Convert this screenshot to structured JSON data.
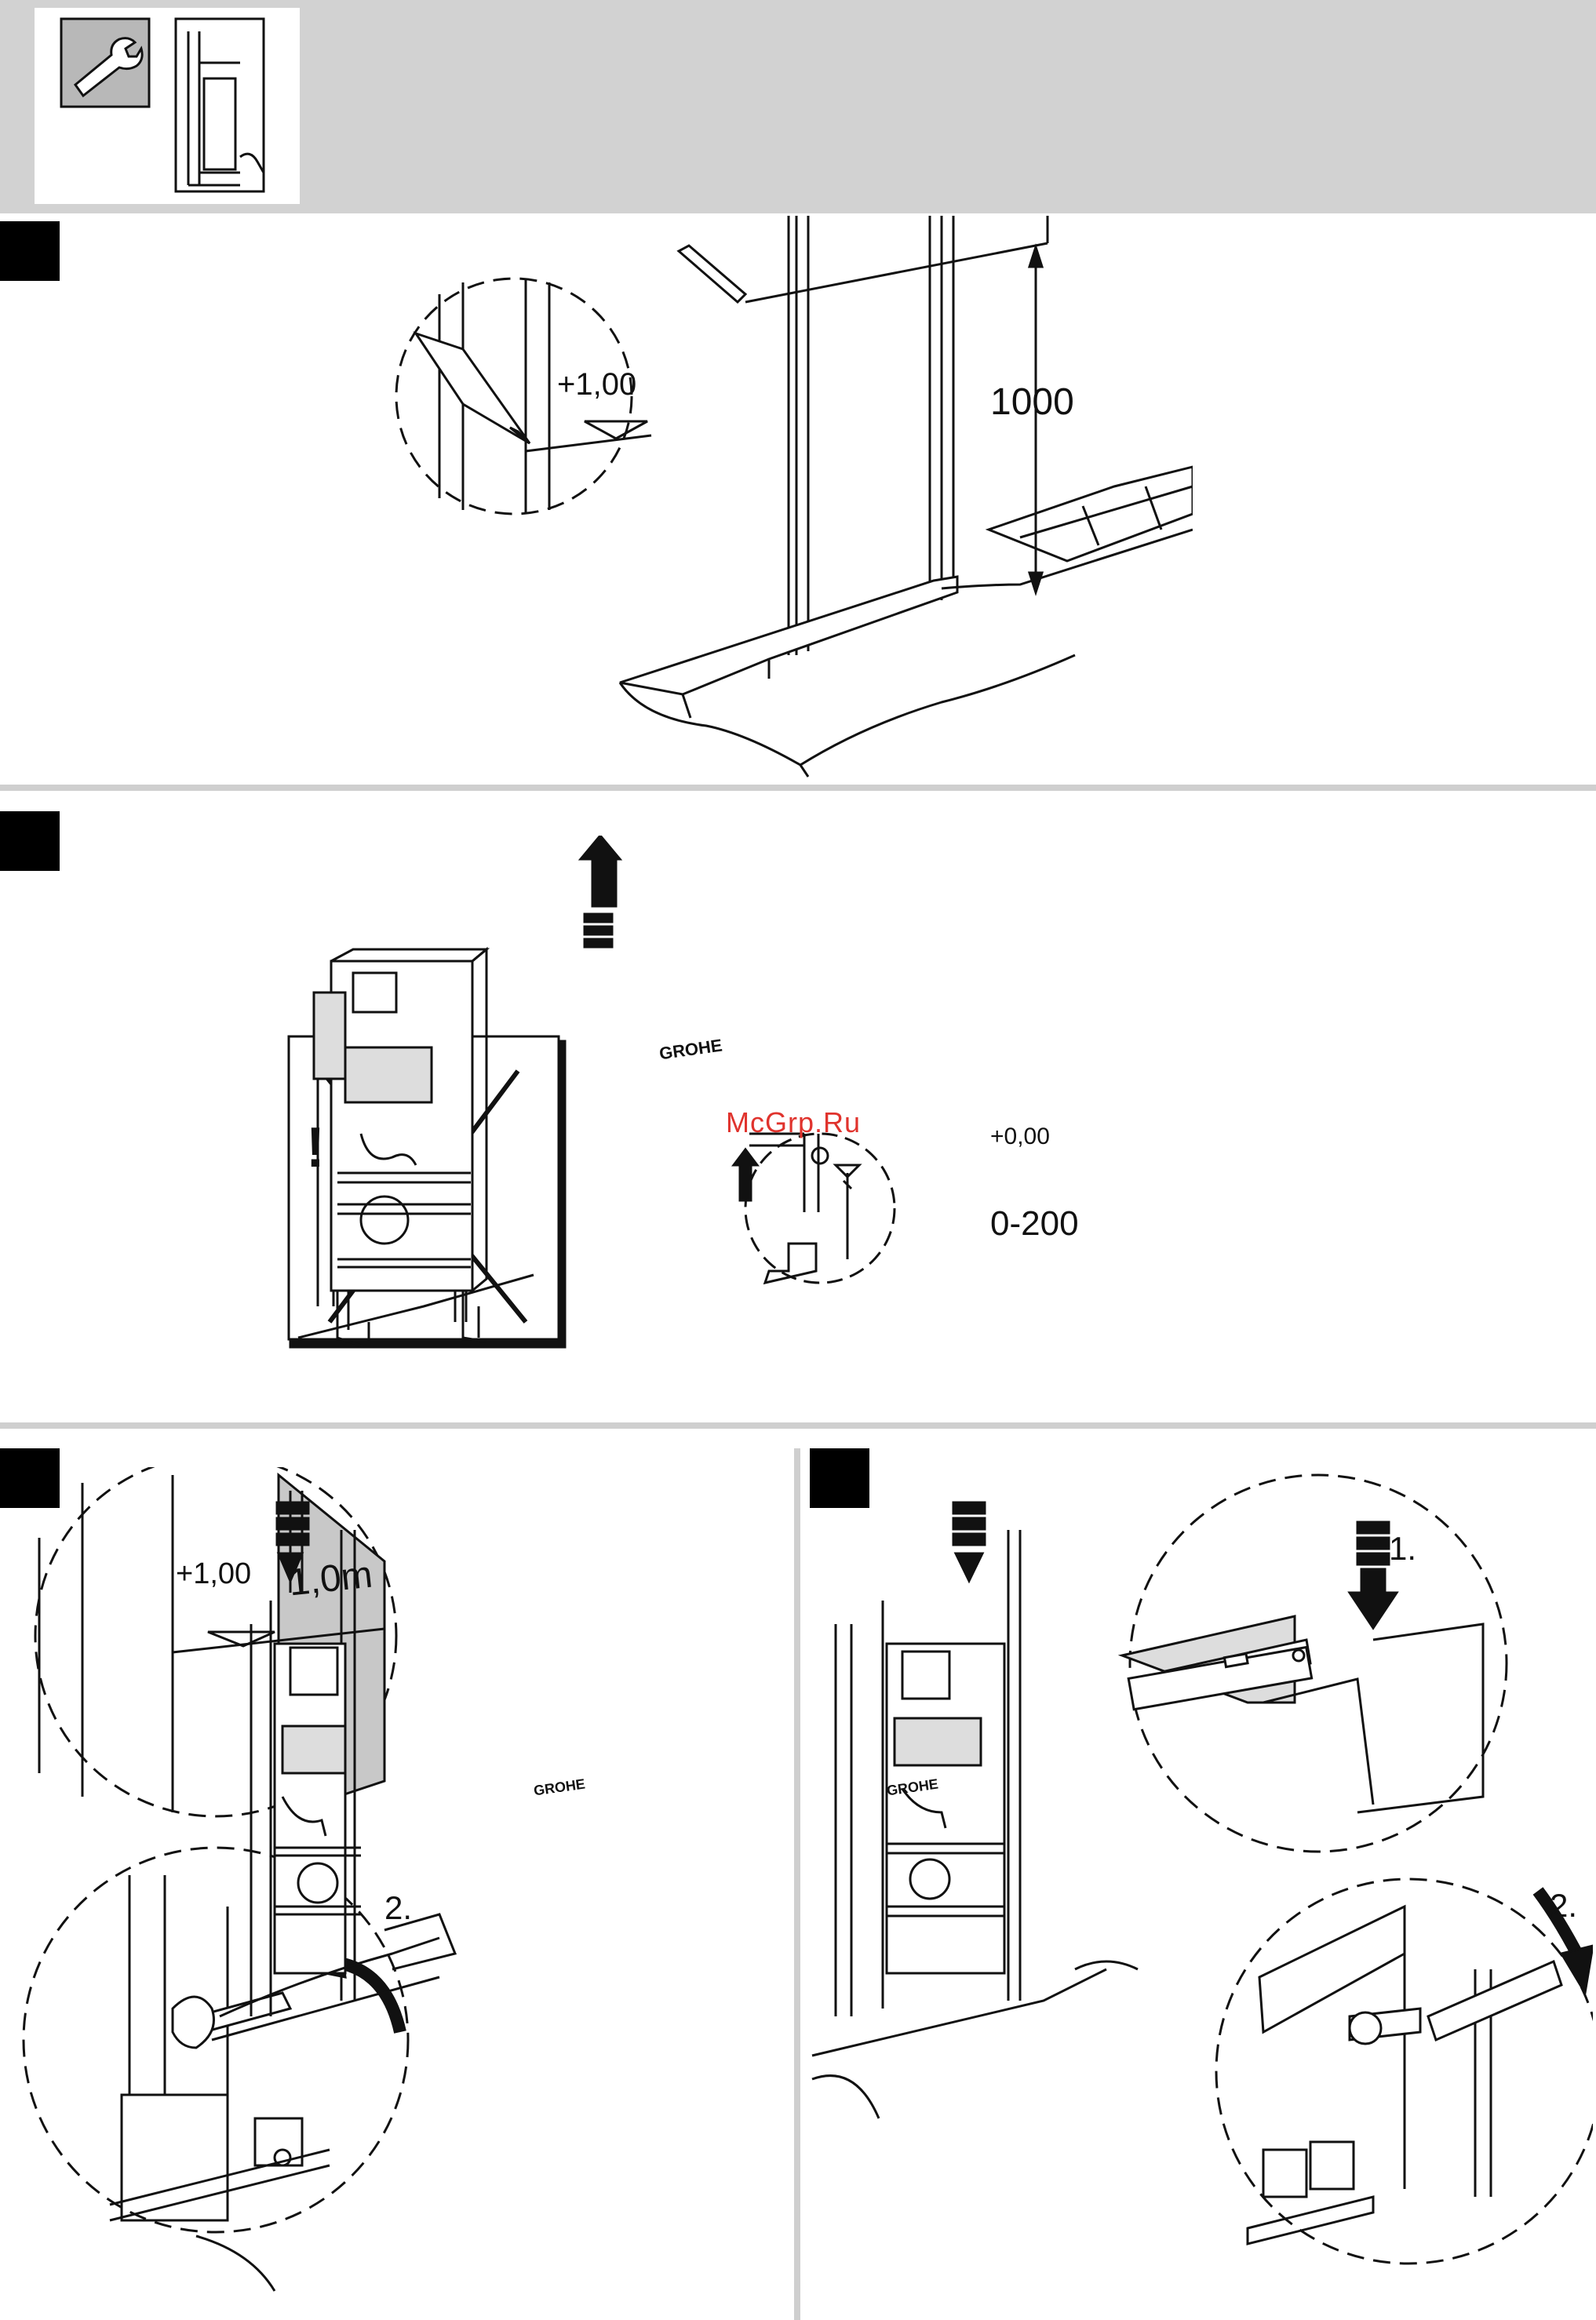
{
  "header": {
    "icons": [
      "wrench-icon",
      "wall-frame-icon"
    ]
  },
  "steps": [
    {
      "id": "step1",
      "callout_level": "+1,00",
      "dimension": "1000"
    },
    {
      "id": "step2",
      "brand": "GROHE",
      "warning": "!",
      "callout_level": "+0,00",
      "dimension": "0-200"
    },
    {
      "id": "step3",
      "brand": "GROHE",
      "callout_level": "+1,00",
      "wall_mark": "1,0m",
      "order_label": "2."
    },
    {
      "id": "step4",
      "brand": "GROHE",
      "order_label_1": "1.",
      "order_label_2": "2."
    }
  ],
  "watermark": "McGrp.Ru"
}
